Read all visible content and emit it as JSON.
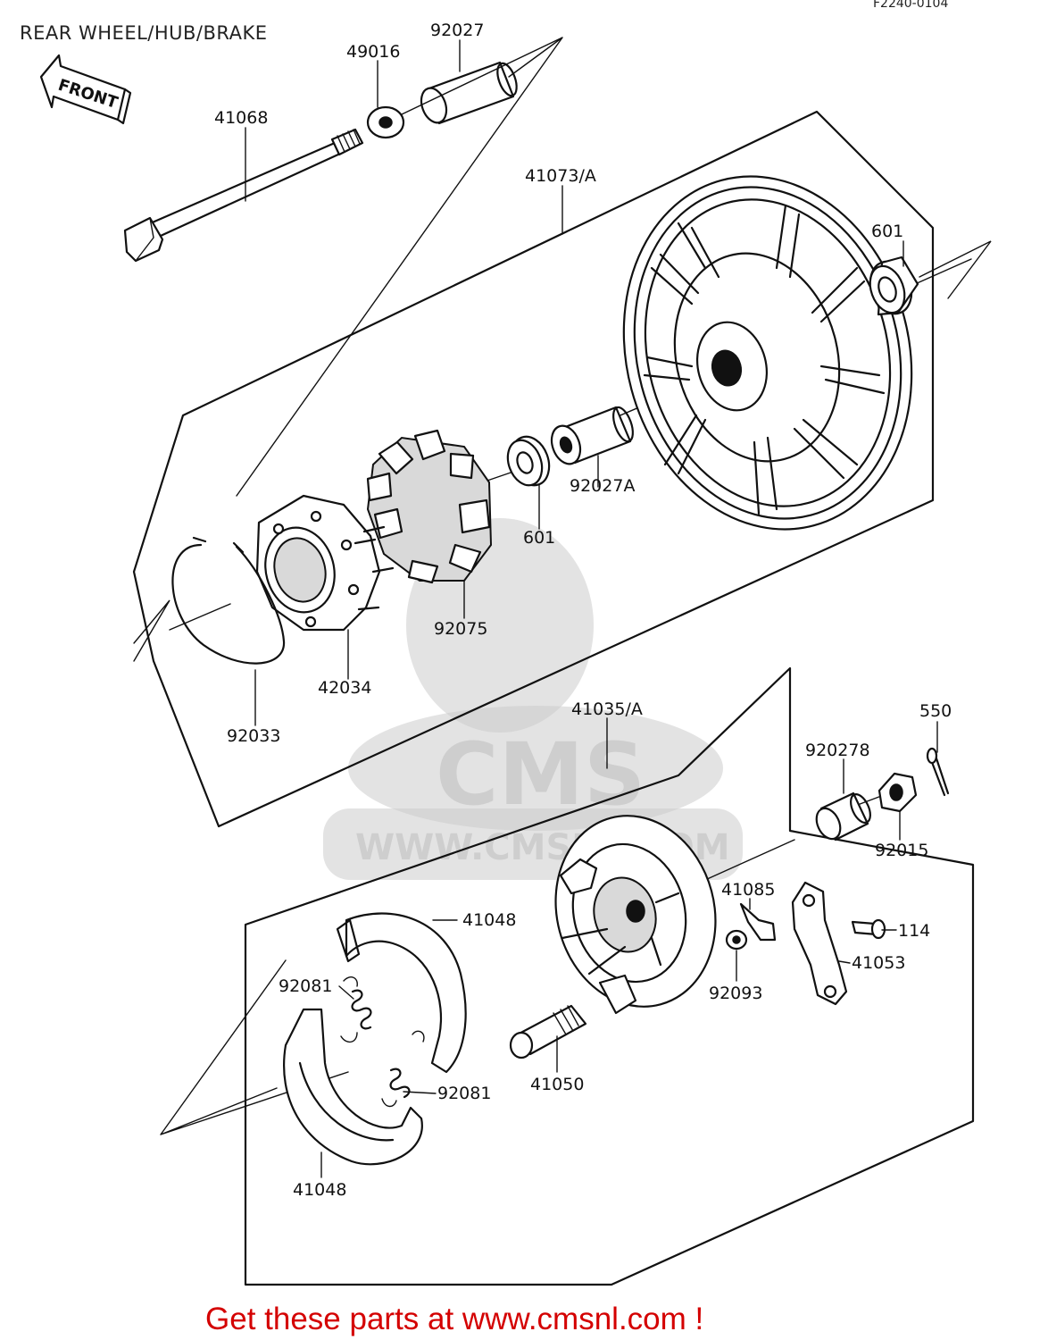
{
  "header": {
    "title": "REAR WHEEL/HUB/BRAKE",
    "code": "F2240-0104"
  },
  "front_arrow": "FRONT",
  "watermark": {
    "logo": "CMS",
    "site": "WWW.CMSNL.COM"
  },
  "labels": {
    "p92027": "92027",
    "p49016": "49016",
    "p41068": "41068",
    "p41073A": "41073/A",
    "p601_top": "601",
    "p92027A": "92027A",
    "p601_mid": "601",
    "p92075": "92075",
    "p42034": "42034",
    "p92033": "92033",
    "p41035A": "41035/A",
    "p550": "550",
    "p920278": "920278",
    "p92015": "92015",
    "p41085": "41085",
    "p41048_top": "41048",
    "p114": "114",
    "p92081_top": "92081",
    "p41053": "41053",
    "p92093": "92093",
    "p92081_bottom": "92081",
    "p41050": "41050",
    "p41048_bottom": "41048"
  },
  "footer": {
    "text": "Get these parts at www.cmsnl.com !"
  }
}
